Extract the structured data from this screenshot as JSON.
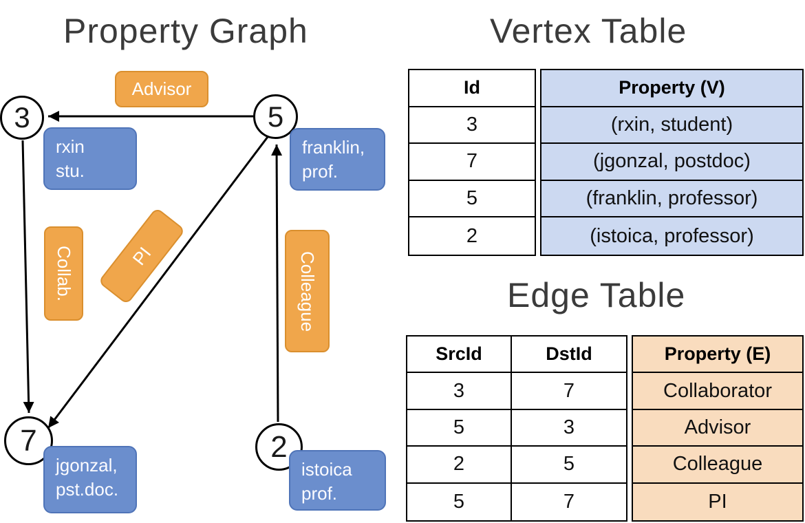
{
  "titles": {
    "graph": "Property Graph",
    "vertex_table": "Vertex Table",
    "edge_table": "Edge Table"
  },
  "graph": {
    "nodes": [
      {
        "id": "3"
      },
      {
        "id": "5"
      },
      {
        "id": "7"
      },
      {
        "id": "2"
      }
    ],
    "vertex_boxes": [
      {
        "line1": "rxin",
        "line2": "stu."
      },
      {
        "line1": "franklin,",
        "line2": "prof."
      },
      {
        "line1": "jgonzal,",
        "line2": "pst.doc."
      },
      {
        "line1": "istoica",
        "line2": "prof."
      }
    ],
    "edge_labels": [
      "Advisor",
      "Collab.",
      "PI",
      "Colleague"
    ]
  },
  "vertex_table": {
    "headers": {
      "id": "Id",
      "property": "Property (V)"
    },
    "rows": [
      {
        "id": "3",
        "property": "(rxin, student)"
      },
      {
        "id": "7",
        "property": "(jgonzal, postdoc)"
      },
      {
        "id": "5",
        "property": "(franklin, professor)"
      },
      {
        "id": "2",
        "property": "(istoica, professor)"
      }
    ]
  },
  "edge_table": {
    "headers": {
      "src": "SrcId",
      "dst": "DstId",
      "property": "Property (E)"
    },
    "rows": [
      {
        "src": "3",
        "dst": "7",
        "property": "Collaborator"
      },
      {
        "src": "5",
        "dst": "3",
        "property": "Advisor"
      },
      {
        "src": "2",
        "dst": "5",
        "property": "Colleague"
      },
      {
        "src": "5",
        "dst": "7",
        "property": "PI"
      }
    ]
  },
  "colors": {
    "vertex_box_fill": "#6b8ecd",
    "vertex_box_border": "#4f74b8",
    "edge_box_fill": "#f0a64b",
    "edge_box_border": "#da8f2e",
    "vertex_cell_bg": "#ccd9f1",
    "edge_cell_bg": "#f9dcbe",
    "line_color": "#000000"
  }
}
